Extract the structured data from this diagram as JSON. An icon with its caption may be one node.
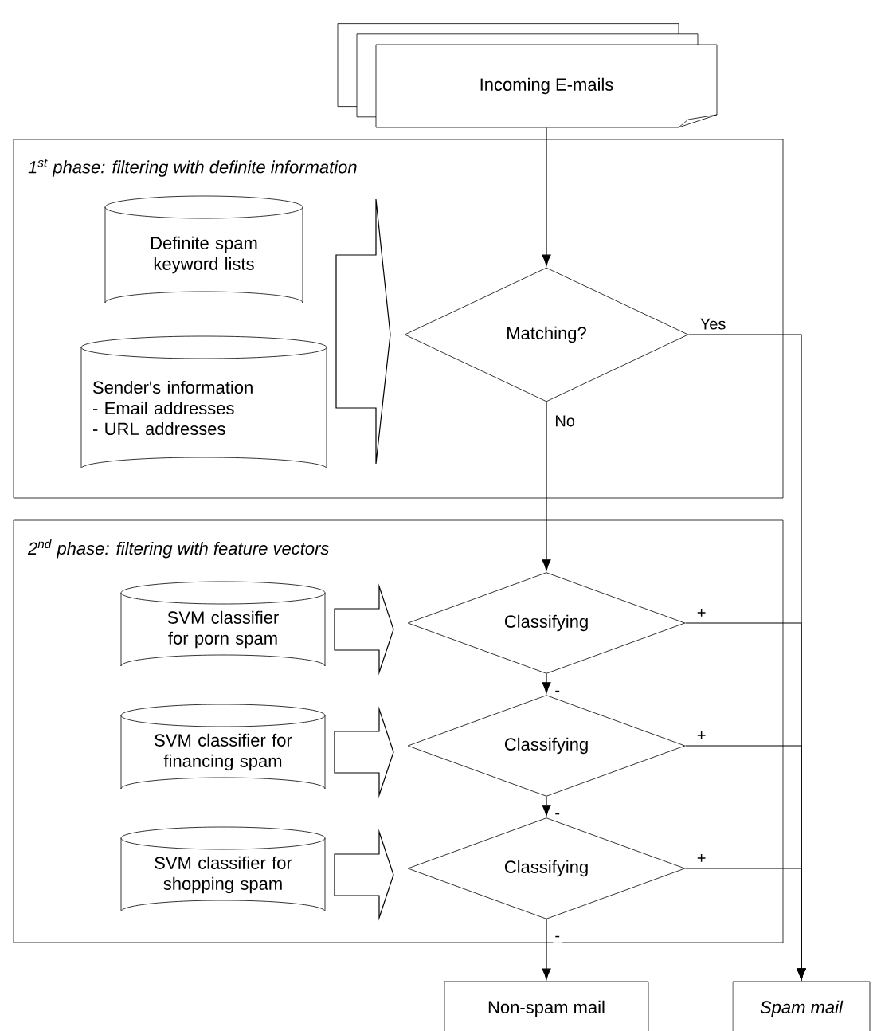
{
  "diagram": {
    "nodes": [
      {
        "text": [
          "Incoming E-mails"
        ]
      },
      {
        "text": [
          "1$^{st}$ phase: filtering with definite information"
        ]
      },
      {
        "text": [
          "Definite spam keyword lists"
        ],
        "in": 1
      },
      {
        "text": [
          "Sender's information",
          "- Email addresses",
          "- URL addresses"
        ],
        "in": 1
      },
      {
        "text": [
          "Matching?"
        ],
        "in": 1
      },
      {
        "text": [
          "2$^{nd}$ phase: filtering with feature vectors"
        ]
      },
      {
        "text": [
          "SVM classifier for porn spam"
        ],
        "in": 5
      },
      {
        "text": [
          "SVM classifier for financing spam"
        ],
        "in": 5
      },
      {
        "text": [
          "SVM classifier for shopping spam"
        ],
        "in": 5
      },
      {
        "text": [
          "Classifying"
        ],
        "in": 5
      },
      {
        "text": [
          "Classifying"
        ],
        "in": 5
      },
      {
        "text": [
          "Classifying"
        ],
        "in": 5
      },
      {
        "text": [
          "Non-spam mail"
        ]
      },
      {
        "text": [
          "Spam mail"
        ]
      }
    ],
    "edges": [
      {
        "from": 0,
        "to": 4,
        "arrow": "to"
      },
      {
        "from": 2,
        "to": 4,
        "arrow": "to",
        "style": "thick"
      },
      {
        "from": 3,
        "to": 4,
        "arrow": "to",
        "style": "thick"
      },
      {
        "from": 4,
        "to": 13,
        "arrow": "to",
        "label": "Yes"
      },
      {
        "from": 4,
        "to": 9,
        "arrow": "to",
        "label": "No"
      },
      {
        "from": 6,
        "to": 9,
        "arrow": "to",
        "style": "thick"
      },
      {
        "from": 9,
        "to": 13,
        "arrow": "to",
        "label": "+"
      },
      {
        "from": 9,
        "to": 10,
        "arrow": "to",
        "label": "-"
      },
      {
        "from": 7,
        "to": 10,
        "arrow": "to",
        "style": "thick"
      },
      {
        "from": 10,
        "to": 13,
        "arrow": "to",
        "label": "+"
      },
      {
        "from": 10,
        "to": 11,
        "arrow": "to",
        "label": "-"
      },
      {
        "from": 8,
        "to": 11,
        "arrow": "to",
        "style": "thick"
      },
      {
        "from": 11,
        "to": 13,
        "arrow": "to",
        "label": "+"
      },
      {
        "from": 11,
        "to": 12,
        "arrow": "to",
        "label": "-"
      }
    ]
  }
}
